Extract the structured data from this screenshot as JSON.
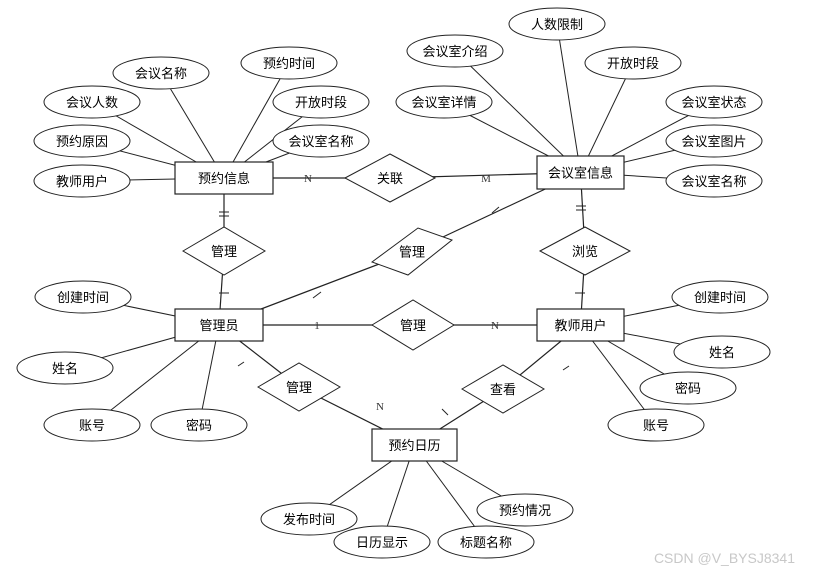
{
  "entities": [
    {
      "id": "reservation_info",
      "label": "预约信息"
    },
    {
      "id": "room_info",
      "label": "会议室信息"
    },
    {
      "id": "admin",
      "label": "管理员"
    },
    {
      "id": "teacher",
      "label": "教师用户"
    },
    {
      "id": "calendar",
      "label": "预约日历"
    }
  ],
  "relationships": [
    {
      "id": "rel_link",
      "label": "关联",
      "from": "reservation_info",
      "to": "room_info",
      "from_card": "N",
      "to_card": "M"
    },
    {
      "id": "rel_manage_res",
      "label": "管理",
      "from": "reservation_info",
      "to": "admin"
    },
    {
      "id": "rel_manage_room",
      "label": "管理",
      "from": "admin",
      "to": "room_info"
    },
    {
      "id": "rel_browse",
      "label": "浏览",
      "from": "room_info",
      "to": "teacher"
    },
    {
      "id": "rel_manage_teacher",
      "label": "管理",
      "from": "admin",
      "to": "teacher",
      "from_card": "1",
      "to_card": "N"
    },
    {
      "id": "rel_manage_cal",
      "label": "管理",
      "from": "admin",
      "to": "calendar",
      "to_card": "N"
    },
    {
      "id": "rel_view",
      "label": "查看",
      "from": "calendar",
      "to": "teacher"
    }
  ],
  "attributes": [
    {
      "id": "a1",
      "entity": "reservation_info",
      "label": "会议名称"
    },
    {
      "id": "a2",
      "entity": "reservation_info",
      "label": "会议人数"
    },
    {
      "id": "a3",
      "entity": "reservation_info",
      "label": "预约原因"
    },
    {
      "id": "a4",
      "entity": "reservation_info",
      "label": "教师用户"
    },
    {
      "id": "a5",
      "entity": "reservation_info",
      "label": "预约时间"
    },
    {
      "id": "a6",
      "entity": "reservation_info",
      "label": "开放时段"
    },
    {
      "id": "a7",
      "entity": "reservation_info",
      "label": "会议室名称"
    },
    {
      "id": "b1",
      "entity": "room_info",
      "label": "人数限制"
    },
    {
      "id": "b2",
      "entity": "room_info",
      "label": "会议室介绍"
    },
    {
      "id": "b3",
      "entity": "room_info",
      "label": "开放时段"
    },
    {
      "id": "b4",
      "entity": "room_info",
      "label": "会议室详情"
    },
    {
      "id": "b5",
      "entity": "room_info",
      "label": "会议室状态"
    },
    {
      "id": "b6",
      "entity": "room_info",
      "label": "会议室图片"
    },
    {
      "id": "b7",
      "entity": "room_info",
      "label": "会议室名称"
    },
    {
      "id": "c1",
      "entity": "admin",
      "label": "创建时间"
    },
    {
      "id": "c2",
      "entity": "admin",
      "label": "姓名"
    },
    {
      "id": "c3",
      "entity": "admin",
      "label": "账号"
    },
    {
      "id": "c4",
      "entity": "admin",
      "label": "密码"
    },
    {
      "id": "d1",
      "entity": "teacher",
      "label": "创建时间"
    },
    {
      "id": "d2",
      "entity": "teacher",
      "label": "姓名"
    },
    {
      "id": "d3",
      "entity": "teacher",
      "label": "密码"
    },
    {
      "id": "d4",
      "entity": "teacher",
      "label": "账号"
    },
    {
      "id": "e1",
      "entity": "calendar",
      "label": "发布时间"
    },
    {
      "id": "e2",
      "entity": "calendar",
      "label": "日历显示"
    },
    {
      "id": "e3",
      "entity": "calendar",
      "label": "标题名称"
    },
    {
      "id": "e4",
      "entity": "calendar",
      "label": "预约情况"
    }
  ],
  "watermark": "CSDN @V_BYSJ8341"
}
